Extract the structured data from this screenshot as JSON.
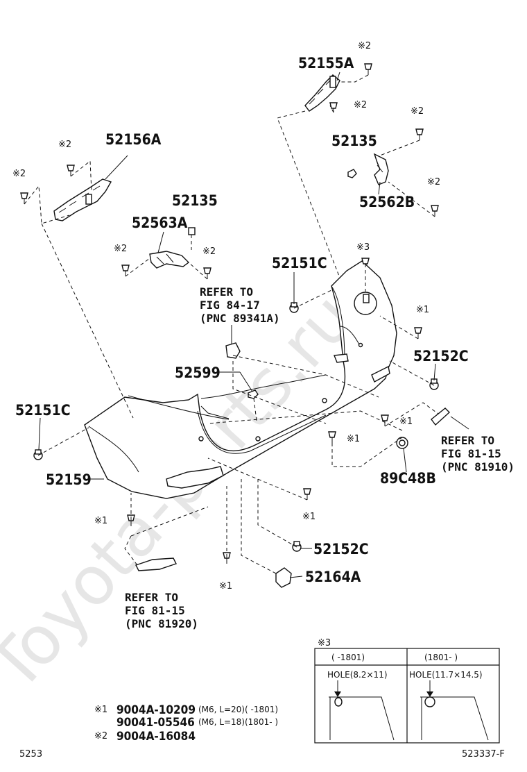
{
  "watermark": "Toyota-parts.ru",
  "labels": {
    "p52155A": "52155A",
    "p52156A": "52156A",
    "p52135_left": "52135",
    "p52135_right": "52135",
    "p52563A": "52563A",
    "p52562B": "52562B",
    "p52151C_upper": "52151C",
    "p52151C_left": "52151C",
    "p52152C_right": "52152C",
    "p52152C_bottom": "52152C",
    "p52599": "52599",
    "p52159": "52159",
    "p89C48B": "89C48B",
    "p52164A": "52164A"
  },
  "refs": {
    "ref1": [
      "REFER TO",
      "FIG 84-17",
      "(PNC 89341A)"
    ],
    "ref2": [
      "REFER TO",
      "FIG 81-15",
      "(PNC 81910)"
    ],
    "ref3": [
      "REFER TO",
      "FIG 81-15",
      "(PNC 81920)"
    ]
  },
  "marks": {
    "m1": "※1",
    "m2": "※2",
    "m3": "※3"
  },
  "detail": {
    "mark": "※3",
    "col1_header": "(      -1801)",
    "col2_header": "(1801-      )",
    "hole1": "HOLE(8.2×11)",
    "hole2": "HOLE(11.7×14.5)"
  },
  "legend": {
    "row1_mark": "※1",
    "row1_part": "9004A-10209",
    "row1_spec": "(M6, L=20)(      -1801)",
    "row2_part": "90041-05546",
    "row2_spec": "(M6, L=18)(1801-      )",
    "row3_mark": "※2",
    "row3_part": "9004A-16084"
  },
  "footer": {
    "left_code": "5253",
    "right_code": "523337-F"
  }
}
